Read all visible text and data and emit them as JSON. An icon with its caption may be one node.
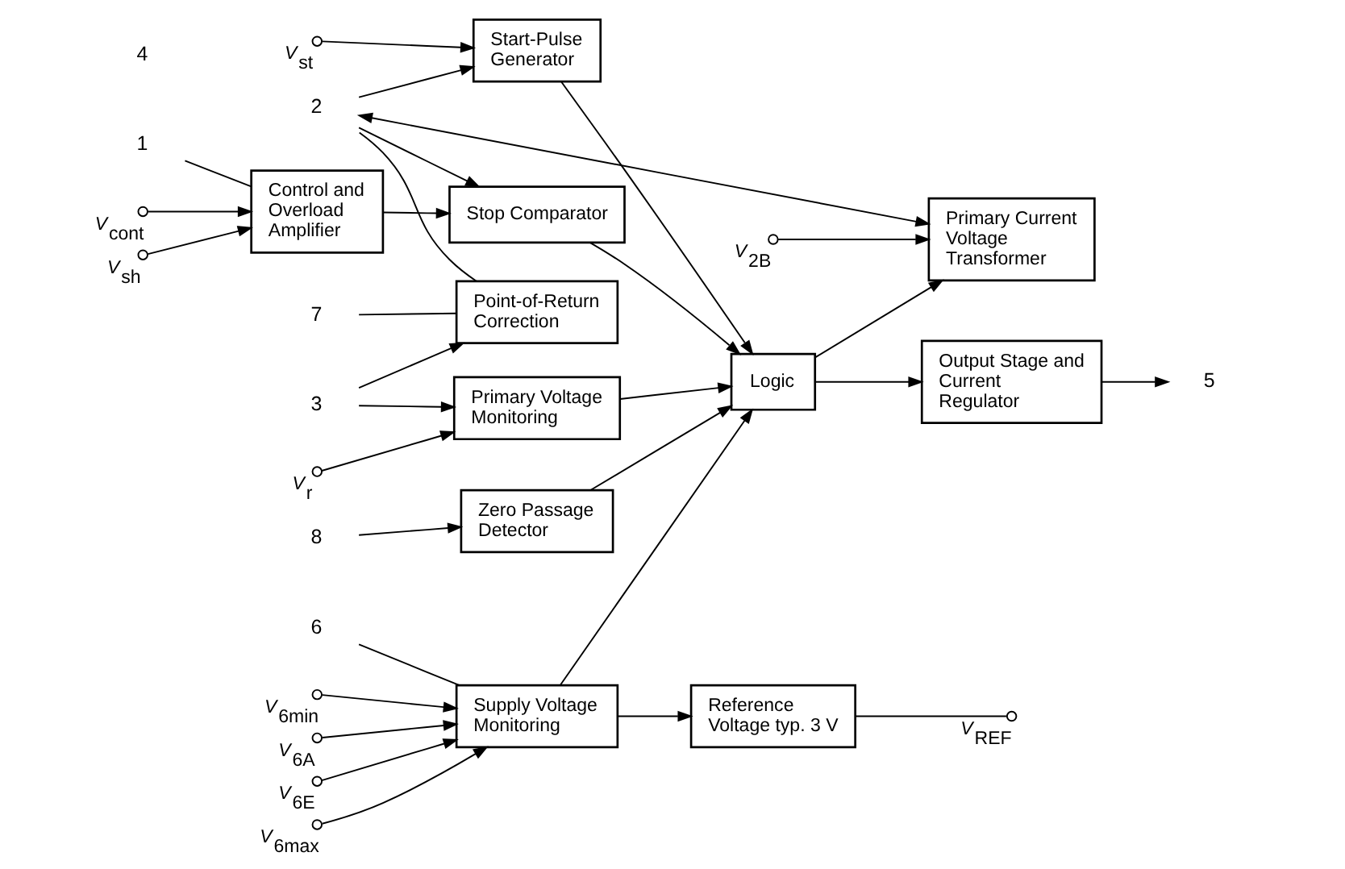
{
  "diagram": {
    "nodes": [
      {
        "text": [
          "Reference Voltage typ. 3 V"
        ]
      },
      {
        "text": [
          "Supply Voltage Monitoring"
        ]
      },
      {
        "text": [
          "Primary Current Voltage Transformer"
        ]
      },
      {
        "text": [
          "Start-Pulse Generator"
        ]
      },
      {
        "text": [
          "Stop Comparator"
        ]
      },
      {
        "text": [
          "Control and Overload Amplifier"
        ]
      },
      {
        "text": [
          "Output Stage and Current Regulator"
        ]
      },
      {
        "text": [
          "Logic"
        ]
      },
      {
        "text": [
          "Zero Passage Detector"
        ]
      },
      {
        "text": [
          "Point-of-Return Correction"
        ]
      },
      {
        "text": [
          "Primary Voltage Monitoring"
        ]
      },
      {
        "text": [
          "6"
        ]
      },
      {
        "text": [
          "2"
        ]
      },
      {
        "text": [
          "5"
        ]
      },
      {
        "text": [
          "1"
        ]
      },
      {
        "text": [
          "7"
        ]
      },
      {
        "text": [
          "3"
        ]
      },
      {
        "text": [
          "8"
        ]
      },
      {
        "text": [
          "*V*$_{REF}$"
        ]
      },
      {
        "text": [
          "*V*$_{6min}$"
        ]
      },
      {
        "text": [
          "*V*$_{6A}$"
        ]
      },
      {
        "text": [
          "*V*$_{6E}$"
        ]
      },
      {
        "text": [
          "*V*$_{6max}$"
        ]
      },
      {
        "text": [
          "*V*$_{2B}$"
        ]
      },
      {
        "text": [
          "*V*$_{st}$"
        ]
      },
      {
        "text": [
          "*V*$_{cont}$"
        ]
      },
      {
        "text": [
          "*V*$_{sh}$"
        ]
      },
      {
        "text": [
          "*V*$_{r}$"
        ]
      }
    ],
    "edges": [
      {
        "from": 11,
        "to": 1,
        "arrow": "none"
      },
      {
        "from": 1,
        "to": 0,
        "arrow": "to"
      },
      {
        "from": 0,
        "to": 18,
        "arrow": "none"
      },
      {
        "from": 19,
        "to": 1,
        "arrow": "to"
      },
      {
        "from": 20,
        "to": 1,
        "arrow": "to"
      },
      {
        "from": 21,
        "to": 1,
        "arrow": "to"
      },
      {
        "from": 22,
        "to": 1,
        "arrow": "to"
      },
      {
        "from": 1,
        "to": 7,
        "arrow": "to"
      },
      {
        "from": 12,
        "to": 2,
        "arrow": "both"
      },
      {
        "from": 12,
        "to": 3,
        "arrow": "to"
      },
      {
        "from": 12,
        "to": 4,
        "arrow": "to"
      },
      {
        "from": 12,
        "to": 9,
        "arrow": "none"
      },
      {
        "from": 23,
        "to": 2,
        "arrow": "to"
      },
      {
        "from": 24,
        "to": 3,
        "arrow": "to"
      },
      {
        "from": 7,
        "to": 2,
        "arrow": "to"
      },
      {
        "from": 7,
        "to": 6,
        "arrow": "to"
      },
      {
        "from": 6,
        "to": 13,
        "arrow": "to"
      },
      {
        "from": 3,
        "to": 7,
        "arrow": "to"
      },
      {
        "from": 4,
        "to": 7,
        "arrow": "to"
      },
      {
        "from": 14,
        "to": 5,
        "arrow": "none"
      },
      {
        "from": 25,
        "to": 5,
        "arrow": "to"
      },
      {
        "from": 26,
        "to": 5,
        "arrow": "to"
      },
      {
        "from": 5,
        "to": 4,
        "arrow": "to"
      },
      {
        "from": 10,
        "to": 7,
        "arrow": "to"
      },
      {
        "from": 8,
        "to": 7,
        "arrow": "to"
      },
      {
        "from": 17,
        "to": 8,
        "arrow": "to"
      },
      {
        "from": 15,
        "to": 9,
        "arrow": "none"
      },
      {
        "from": 16,
        "to": 9,
        "arrow": "to"
      },
      {
        "from": 16,
        "to": 10,
        "arrow": "to"
      },
      {
        "from": 27,
        "to": 10,
        "arrow": "to"
      }
    ],
    "labels": [
      "4"
    ]
  }
}
